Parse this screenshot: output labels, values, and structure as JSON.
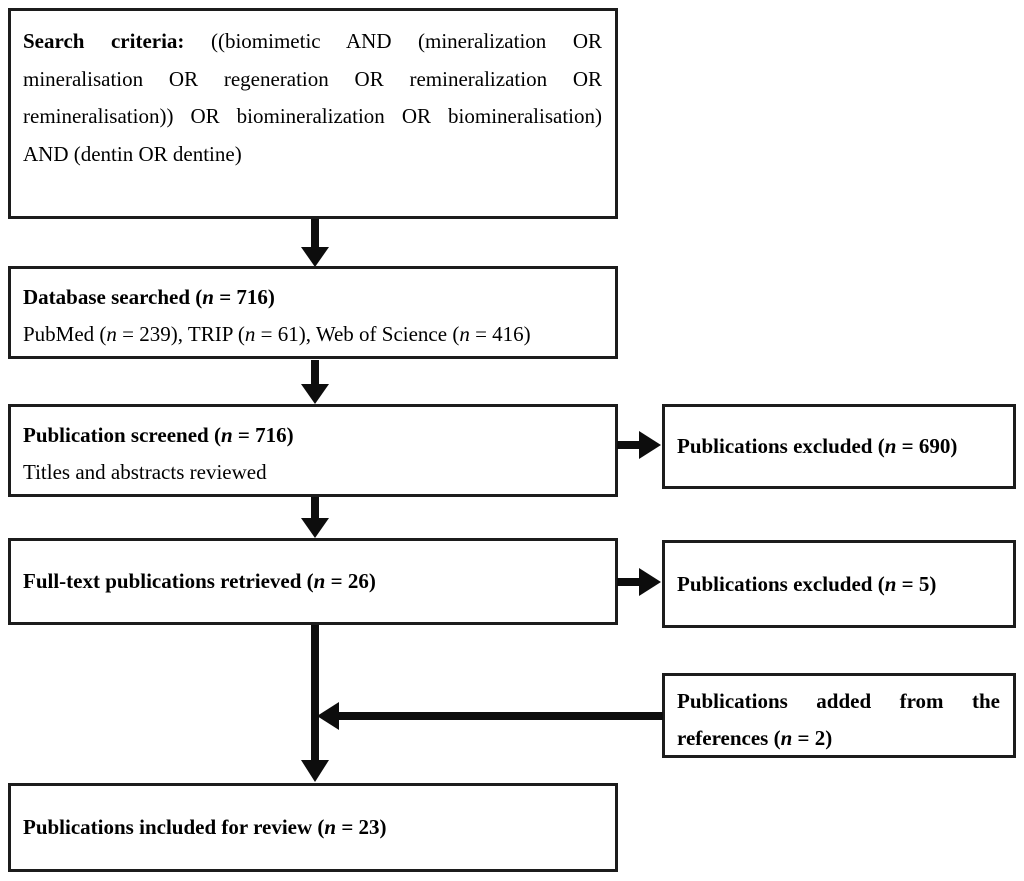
{
  "diagram": {
    "type": "prisma-flowchart",
    "background_color": "#ffffff",
    "box_border_color": "#1c1c1c",
    "arrow_color": "#0d0d0d",
    "boxes": {
      "search_criteria": {
        "heading": "Search criteria:",
        "body": "((biomimetic AND (mineralization OR mineralisation OR regeneration OR remineralization OR remineralisation)) OR biomineralization OR biomineralisation) AND (dentin OR dentine)"
      },
      "database_searched": {
        "title_runs": [
          [
            "Database searched (",
            "r"
          ],
          [
            "n",
            "i"
          ],
          [
            " = 716)",
            "r"
          ]
        ],
        "detail_runs": [
          [
            "PubMed (",
            "r"
          ],
          [
            "n",
            "i"
          ],
          [
            " = 239), TRIP (",
            "r"
          ],
          [
            "n",
            "i"
          ],
          [
            " = 61), Web of Science (",
            "r"
          ],
          [
            "n",
            "i"
          ],
          [
            " = 416)",
            "r"
          ]
        ]
      },
      "publications_screened": {
        "title_runs": [
          [
            "Publication screened (",
            "r"
          ],
          [
            "n",
            "i"
          ],
          [
            " = 716)",
            "r"
          ]
        ],
        "detail": "Titles and abstracts reviewed"
      },
      "publications_excluded_screening": {
        "title_runs": [
          [
            "Publications excluded (",
            "r"
          ],
          [
            "n",
            "i"
          ],
          [
            " = 690)",
            "r"
          ]
        ]
      },
      "fulltext_retrieved": {
        "title_runs": [
          [
            "Full-text publications retrieved (",
            "r"
          ],
          [
            "n",
            "i"
          ],
          [
            " = 26)",
            "r"
          ]
        ]
      },
      "publications_excluded_fulltext": {
        "title_runs": [
          [
            "Publications excluded (",
            "r"
          ],
          [
            "n",
            "i"
          ],
          [
            " = 5)",
            "r"
          ]
        ]
      },
      "publications_added_from_references": {
        "title_runs": [
          [
            "Publications added from the references (",
            "r"
          ],
          [
            "n",
            "i"
          ],
          [
            " = 2)",
            "r"
          ]
        ]
      },
      "publications_included": {
        "title_runs": [
          [
            "Publications included for review (",
            "r"
          ],
          [
            "n",
            "i"
          ],
          [
            " = 23)",
            "r"
          ]
        ]
      }
    }
  }
}
